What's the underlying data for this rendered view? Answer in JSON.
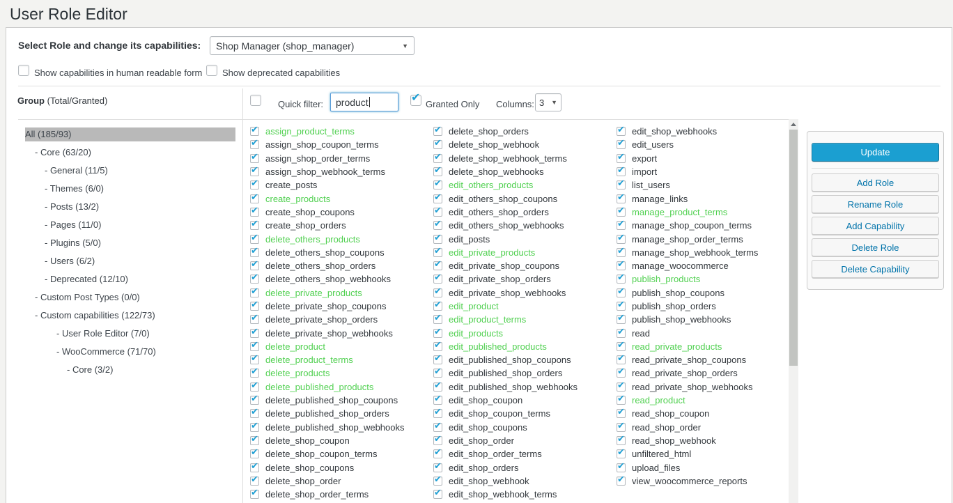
{
  "page_title": "User Role Editor",
  "icons": {
    "checkmark": "✔",
    "dropdown_arrow": "▼"
  },
  "colors": {
    "accent_check": "#1e9fd4",
    "highlight_green": "#50d050",
    "primary_button_bg": "#1b9fd1",
    "secondary_button_text": "#0073aa",
    "selected_tree_bg": "#b9b9b9"
  },
  "role_section": {
    "label": "Select Role and change its capabilities:",
    "selected_role": "Shop Manager (shop_manager)",
    "show_human_readable_label": "Show capabilities in human readable form",
    "show_human_readable_checked": false,
    "show_deprecated_label": "Show deprecated capabilities",
    "show_deprecated_checked": false
  },
  "filter_bar": {
    "select_all_checked": false,
    "quick_filter_label": "Quick filter:",
    "quick_filter_value": "product",
    "granted_only_label": "Granted Only",
    "granted_only_checked": true,
    "columns_label": "Columns:",
    "columns_value": "3"
  },
  "group_panel": {
    "header_bold": "Group",
    "header_rest": " (Total/Granted)",
    "items": [
      {
        "text": "All (185/93)",
        "indent": 0,
        "selected": true
      },
      {
        "text": "- Core (63/20)",
        "indent": 1
      },
      {
        "text": "- General (11/5)",
        "indent": 2
      },
      {
        "text": "- Themes (6/0)",
        "indent": 2
      },
      {
        "text": "- Posts (13/2)",
        "indent": 2
      },
      {
        "text": "- Pages (11/0)",
        "indent": 2
      },
      {
        "text": "- Plugins (5/0)",
        "indent": 2
      },
      {
        "text": "- Users (6/2)",
        "indent": 2
      },
      {
        "text": "- Deprecated (12/10)",
        "indent": 2
      },
      {
        "text": "- Custom Post Types (0/0)",
        "indent": 1
      },
      {
        "text": "- Custom capabilities (122/73)",
        "indent": 1
      },
      {
        "text": "- User Role Editor (7/0)",
        "indent": 3
      },
      {
        "text": "- WooCommerce (71/70)",
        "indent": 3
      },
      {
        "text": "- Core (3/2)",
        "indent": 4
      }
    ]
  },
  "capabilities": {
    "columns": [
      {
        "items": [
          {
            "name": "assign_product_terms",
            "checked": true,
            "highlight": true
          },
          {
            "name": "assign_shop_coupon_terms",
            "checked": true
          },
          {
            "name": "assign_shop_order_terms",
            "checked": true
          },
          {
            "name": "assign_shop_webhook_terms",
            "checked": true
          },
          {
            "name": "create_posts",
            "checked": true
          },
          {
            "name": "create_products",
            "checked": true,
            "highlight": true
          },
          {
            "name": "create_shop_coupons",
            "checked": true
          },
          {
            "name": "create_shop_orders",
            "checked": true
          },
          {
            "name": "delete_others_products",
            "checked": true,
            "highlight": true
          },
          {
            "name": "delete_others_shop_coupons",
            "checked": true
          },
          {
            "name": "delete_others_shop_orders",
            "checked": true
          },
          {
            "name": "delete_others_shop_webhooks",
            "checked": true
          },
          {
            "name": "delete_private_products",
            "checked": true,
            "highlight": true
          },
          {
            "name": "delete_private_shop_coupons",
            "checked": true
          },
          {
            "name": "delete_private_shop_orders",
            "checked": true
          },
          {
            "name": "delete_private_shop_webhooks",
            "checked": true
          },
          {
            "name": "delete_product",
            "checked": true,
            "highlight": true
          },
          {
            "name": "delete_product_terms",
            "checked": true,
            "highlight": true
          },
          {
            "name": "delete_products",
            "checked": true,
            "highlight": true
          },
          {
            "name": "delete_published_products",
            "checked": true,
            "highlight": true
          },
          {
            "name": "delete_published_shop_coupons",
            "checked": true
          },
          {
            "name": "delete_published_shop_orders",
            "checked": true
          },
          {
            "name": "delete_published_shop_webhooks",
            "checked": true
          },
          {
            "name": "delete_shop_coupon",
            "checked": true
          },
          {
            "name": "delete_shop_coupon_terms",
            "checked": true
          },
          {
            "name": "delete_shop_coupons",
            "checked": true
          },
          {
            "name": "delete_shop_order",
            "checked": true
          },
          {
            "name": "delete_shop_order_terms",
            "checked": true
          }
        ]
      },
      {
        "items": [
          {
            "name": "delete_shop_orders",
            "checked": true
          },
          {
            "name": "delete_shop_webhook",
            "checked": true
          },
          {
            "name": "delete_shop_webhook_terms",
            "checked": true
          },
          {
            "name": "delete_shop_webhooks",
            "checked": true
          },
          {
            "name": "edit_others_products",
            "checked": true,
            "highlight": true
          },
          {
            "name": "edit_others_shop_coupons",
            "checked": true
          },
          {
            "name": "edit_others_shop_orders",
            "checked": true
          },
          {
            "name": "edit_others_shop_webhooks",
            "checked": true
          },
          {
            "name": "edit_posts",
            "checked": true
          },
          {
            "name": "edit_private_products",
            "checked": true,
            "highlight": true
          },
          {
            "name": "edit_private_shop_coupons",
            "checked": true
          },
          {
            "name": "edit_private_shop_orders",
            "checked": true
          },
          {
            "name": "edit_private_shop_webhooks",
            "checked": true
          },
          {
            "name": "edit_product",
            "checked": true,
            "highlight": true
          },
          {
            "name": "edit_product_terms",
            "checked": true,
            "highlight": true
          },
          {
            "name": "edit_products",
            "checked": true,
            "highlight": true
          },
          {
            "name": "edit_published_products",
            "checked": true,
            "highlight": true
          },
          {
            "name": "edit_published_shop_coupons",
            "checked": true
          },
          {
            "name": "edit_published_shop_orders",
            "checked": true
          },
          {
            "name": "edit_published_shop_webhooks",
            "checked": true
          },
          {
            "name": "edit_shop_coupon",
            "checked": true
          },
          {
            "name": "edit_shop_coupon_terms",
            "checked": true
          },
          {
            "name": "edit_shop_coupons",
            "checked": true
          },
          {
            "name": "edit_shop_order",
            "checked": true
          },
          {
            "name": "edit_shop_order_terms",
            "checked": true
          },
          {
            "name": "edit_shop_orders",
            "checked": true
          },
          {
            "name": "edit_shop_webhook",
            "checked": true
          },
          {
            "name": "edit_shop_webhook_terms",
            "checked": true
          }
        ]
      },
      {
        "items": [
          {
            "name": "edit_shop_webhooks",
            "checked": true
          },
          {
            "name": "edit_users",
            "checked": true
          },
          {
            "name": "export",
            "checked": true
          },
          {
            "name": "import",
            "checked": true
          },
          {
            "name": "list_users",
            "checked": true
          },
          {
            "name": "manage_links",
            "checked": true
          },
          {
            "name": "manage_product_terms",
            "checked": true,
            "highlight": true
          },
          {
            "name": "manage_shop_coupon_terms",
            "checked": true
          },
          {
            "name": "manage_shop_order_terms",
            "checked": true
          },
          {
            "name": "manage_shop_webhook_terms",
            "checked": true
          },
          {
            "name": "manage_woocommerce",
            "checked": true
          },
          {
            "name": "publish_products",
            "checked": true,
            "highlight": true
          },
          {
            "name": "publish_shop_coupons",
            "checked": true
          },
          {
            "name": "publish_shop_orders",
            "checked": true
          },
          {
            "name": "publish_shop_webhooks",
            "checked": true
          },
          {
            "name": "read",
            "checked": true
          },
          {
            "name": "read_private_products",
            "checked": true,
            "highlight": true
          },
          {
            "name": "read_private_shop_coupons",
            "checked": true
          },
          {
            "name": "read_private_shop_orders",
            "checked": true
          },
          {
            "name": "read_private_shop_webhooks",
            "checked": true
          },
          {
            "name": "read_product",
            "checked": true,
            "highlight": true
          },
          {
            "name": "read_shop_coupon",
            "checked": true
          },
          {
            "name": "read_shop_order",
            "checked": true
          },
          {
            "name": "read_shop_webhook",
            "checked": true
          },
          {
            "name": "unfiltered_html",
            "checked": true
          },
          {
            "name": "upload_files",
            "checked": true
          },
          {
            "name": "view_woocommerce_reports",
            "checked": true
          }
        ]
      }
    ]
  },
  "actions": {
    "update_label": "Update",
    "buttons": [
      "Add Role",
      "Rename Role",
      "Add Capability",
      "Delete Role",
      "Delete Capability"
    ]
  }
}
